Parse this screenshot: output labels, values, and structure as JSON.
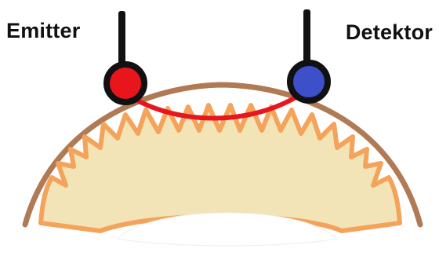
{
  "labels": {
    "emitter": "Emitter",
    "detector": "Detektor"
  },
  "colors": {
    "background": "#ffffff",
    "skull_outline": "#b07a55",
    "cortex_fill": "#f3e4b8",
    "cortex_outline": "#f4a35a",
    "white_matter": "#ffffff",
    "light_path": "#e8151c",
    "emitter_fill": "#e8151c",
    "detector_fill": "#3d4fc9",
    "probe_outline": "#111111"
  },
  "icons": {
    "emitter": "red-probe-circle",
    "detector": "blue-probe-circle"
  }
}
